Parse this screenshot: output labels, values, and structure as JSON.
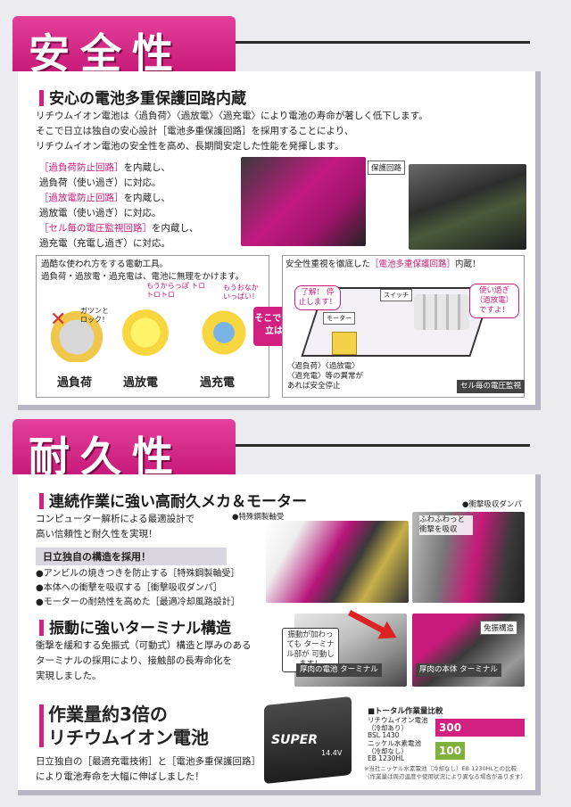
{
  "section1": {
    "title": "安全性",
    "heading": "安心の電池多重保護回路内蔵",
    "lead": [
      "リチウムイオン電池は〈過負荷〉〈過放電〉〈過充電〉により電池の寿命が著しく低下します。",
      "そこで日立は独自の安心設計［電池多重保護回路］を採用することにより、",
      "リチウムイオン電池の安全性を高め、長期間安定した性能を発揮します。"
    ],
    "features": [
      {
        "tag": "［過負荷防止回路］",
        "rest1": "を内蔵し、",
        "rest2": "過負荷（使い過ぎ）に対応。"
      },
      {
        "tag": "［過放電防止回路］",
        "rest1": "を内蔵し、",
        "rest2": "過放電（使い過ぎ）に対応。"
      },
      {
        "tag": "［セル毎の電圧監視回路］",
        "rest1": "を内蔵し、",
        "rest2": "過充電（充電し過ぎ）に対応。"
      }
    ],
    "photo_label": "保護回路",
    "hazards": {
      "intro1": "過酷な使われ方をする電動工具。",
      "intro2": "過負荷・過放電・過充電は、電池に無理をかけます。",
      "items": [
        {
          "label": "過負荷",
          "sfx": "ガツンと ロック！"
        },
        {
          "label": "過放電",
          "sfx": "もうからっぽ トロトロトロ"
        },
        {
          "label": "過充電",
          "sfx": "もうおなか いっぱい！"
        }
      ],
      "badge": "そこで 日立は"
    },
    "circuit": {
      "intro_pre": "安全性重視を徹底した",
      "intro_tag": "［電池多重保護回路］",
      "intro_post": "内蔵！",
      "bubble_left": "了解！ 停止します！",
      "bubble_right": "使い過ぎ （過放電） ですよ！",
      "motor": "モーター",
      "switch": "スイッチ",
      "note1": "〈過負荷〉〈過放電〉",
      "note2": "〈過充電〉等の異常が",
      "note3": "あれば安全停止",
      "cell_label": "セル毎の電圧監視"
    }
  },
  "section2": {
    "title": "耐久性",
    "heading1": "連続作業に強い高耐久メカ＆モーター",
    "lead1a": "コンピューター解析による最適設計で",
    "lead1b": "高い信頼性と耐久性を実現！",
    "label_bearing": "●特殊鋼製軸受",
    "label_damper": "●衝撃吸収ダンパ",
    "damper_sfx": "ふわふわっと 衝撃を吸収",
    "tagbar": "日立独自の構造を採用！",
    "bullets": [
      "●アンビルの焼きつきを防止する［特殊鋼製軸受］",
      "●本体への衝撃を吸収する［衝撃吸収ダンパ］",
      "●モーターの耐熱性を高めた［最適冷却風路設計］"
    ],
    "heading2": "振動に強いターミナル構造",
    "lead2a": "衝撃を緩和する免振式（可動式）構造と厚みのある",
    "lead2b": "ターミナルの採用により、接触部の長寿命化を",
    "lead2c": "実現しました。",
    "vib_note": "振動が加わっても ターミナル部が 可動します！",
    "term_batt": "厚肉の電池 ターミナル",
    "term_body": "厚肉の本体 ターミナル",
    "label_menshin": "免振構造",
    "heading3a": "作業量約3倍の",
    "heading3b": "リチウムイオン電池",
    "lead3a": "日立独自の［最適充電技術］と［電池多重保護回路］",
    "lead3b": "により電池寿命を大幅に伸ばしました！",
    "battery_text": "SUPER",
    "battery_volt": "14.4V",
    "compare_title": "■トータル作業量比較",
    "compare": [
      {
        "name1": "リチウムイオン電池",
        "name2": "（冷却あり）",
        "model": "BSL 1430",
        "value": 300
      },
      {
        "name1": "ニッケル水素電池",
        "name2": "（冷却なし）",
        "model": "EB 1230HL",
        "value": 100
      }
    ],
    "footnote1": "※当社ニッケル水素電池（冷却なし）EB 1230HLとの比較",
    "footnote2": "（作業量は周辺温度や使用状況により異なる場合があります）"
  },
  "colors": {
    "accent": "#d1207f",
    "gray": "#b9b6c4"
  }
}
